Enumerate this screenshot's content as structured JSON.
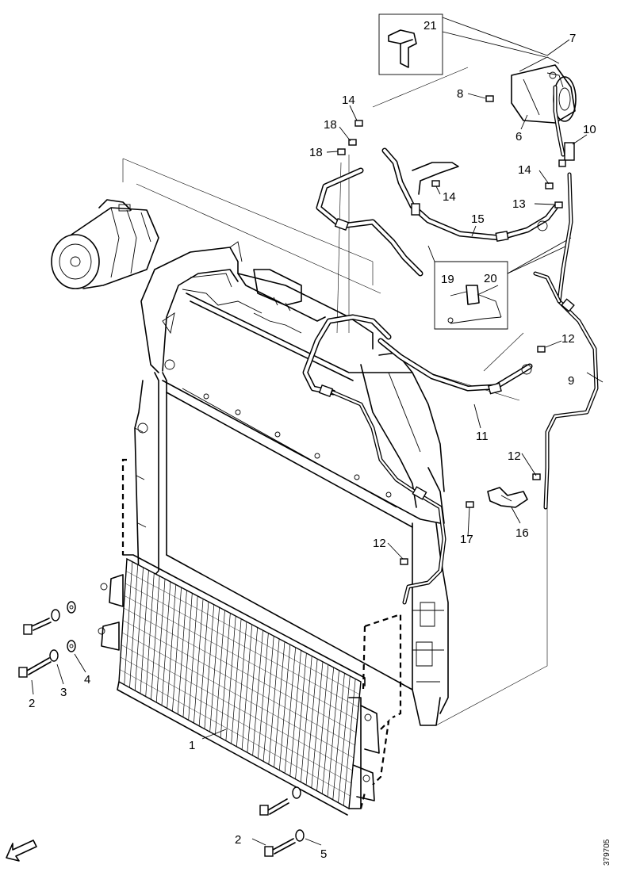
{
  "callouts": {
    "c1": "1",
    "c2a": "2",
    "c2b": "2",
    "c3": "3",
    "c4": "4",
    "c5": "5",
    "c6": "6",
    "c7": "7",
    "c8": "8",
    "c9": "9",
    "c10": "10",
    "c11": "11",
    "c12a": "12",
    "c12b": "12",
    "c12c": "12",
    "c13": "13",
    "c14a": "14",
    "c14b": "14",
    "c14c": "14",
    "c15": "15",
    "c16": "16",
    "c17": "17",
    "c18a": "18",
    "c18b": "18",
    "c19": "19",
    "c20": "20",
    "c21": "21"
  },
  "reference_number": "379705"
}
